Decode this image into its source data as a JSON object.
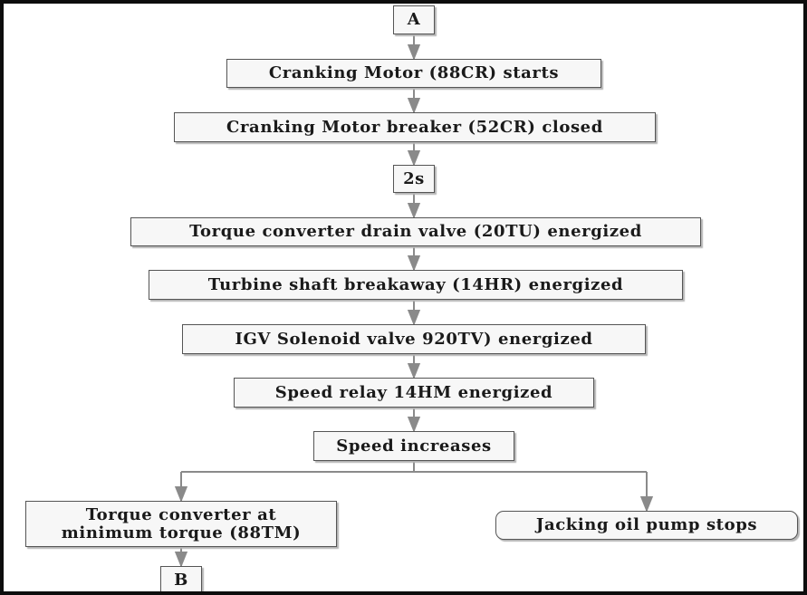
{
  "nodes": {
    "a": "A",
    "cranking_motor": "Cranking Motor (88CR) starts",
    "cranking_breaker": "Cranking Motor breaker (52CR) closed",
    "delay": "2s",
    "drain_valve": "Torque converter drain valve (20TU) energized",
    "shaft_breakaway": "Turbine shaft breakaway (14HR) energized",
    "igv_solenoid": "IGV Solenoid valve 920TV) energized",
    "speed_relay": "Speed relay 14HM energized",
    "speed_increases": "Speed increases",
    "torque_min_line1": "Torque converter at",
    "torque_min_line2": "minimum torque (88TM)",
    "jacking_pump": "Jacking oil pump stops",
    "b": "B"
  },
  "colors": {
    "connector": "#8a8a8a",
    "box_border": "#555555",
    "box_fill": "#f7f7f7",
    "frame": "#0d0d0d"
  }
}
